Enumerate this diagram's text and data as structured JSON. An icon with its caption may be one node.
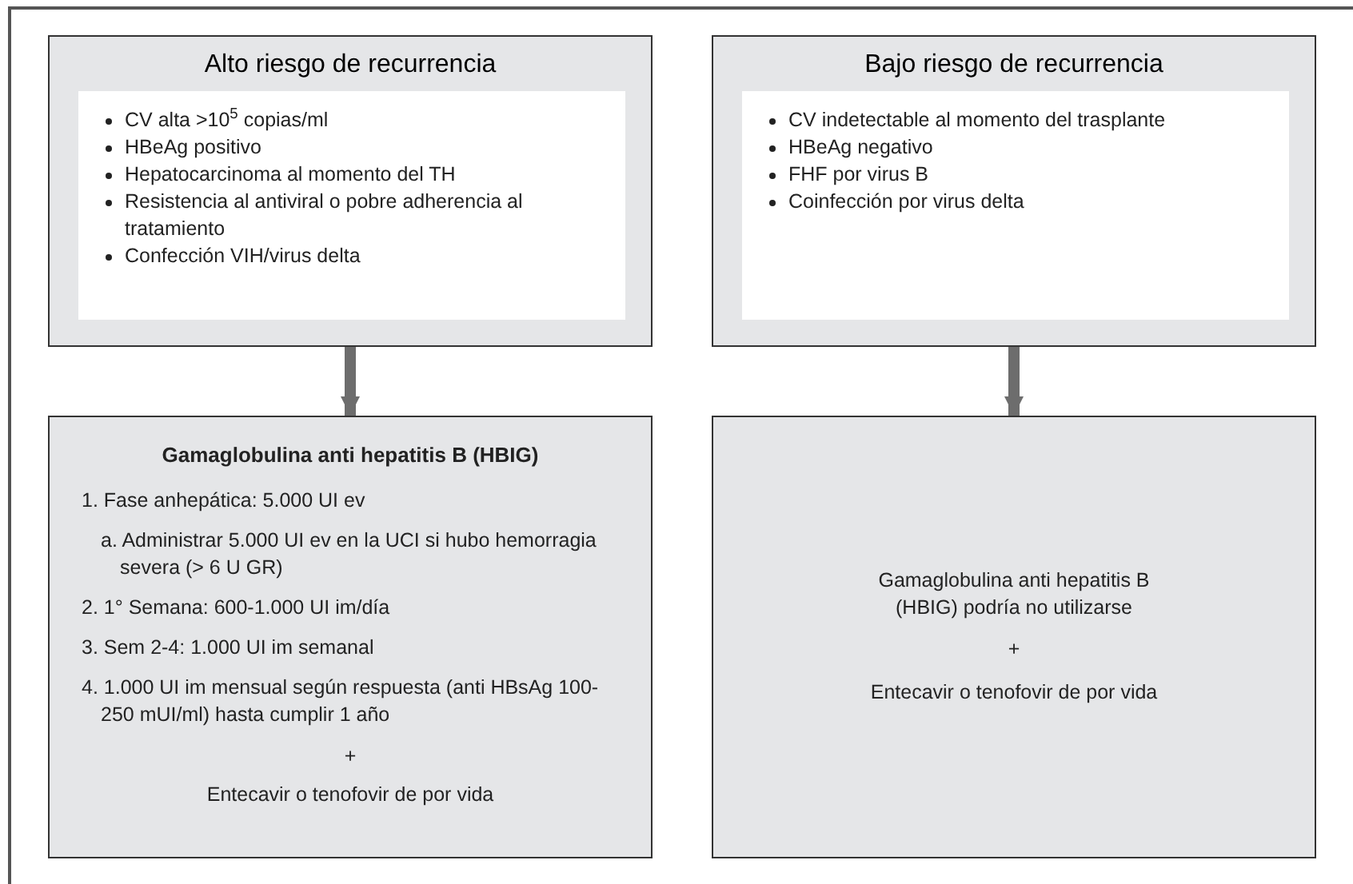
{
  "diagram": {
    "nodes": [
      {
        "text": [
          "Alto riesgo de recurrencia"
        ]
      },
      {
        "text": [
          "CV alta >10$^{5}$ copias/ml",
          "HBeAg positivo",
          "Hepatocarcinoma al momento del TH",
          "Resistencia al antiviral o pobre adherencia al tratamiento",
          "Confección VIH/virus delta"
        ],
        "in": 0
      },
      {
        "text": [
          "Bajo riesgo de recurrencia"
        ]
      },
      {
        "text": [
          "CV indetectable al momento del trasplante",
          "HBeAg negativo",
          "FHF por virus B",
          "Coinfección por virus delta"
        ],
        "in": 2
      },
      {
        "text": [
          "Gamaglobulina anti hepatitis B (HBIG)",
          "1. Fase anhepática: 5.000 UI ev",
          "a. Administrar 5.000 UI ev en la UCI si hubo hemorragia severa (> 6 U GR)",
          "2. 1° Semana: 600-1.000 UI im/día",
          "3. Sem 2-4: 1.000 UI im semanal",
          "4. 1.000 UI im mensual según respuesta (anti HBsAg 100-250 mUI/ml) hasta cumplir 1 año",
          "+",
          "Entecavir o tenofovir de por vida"
        ]
      },
      {
        "text": [
          "Gamaglobulina anti hepatitis B (HBIG) podría no utilizarse",
          "+",
          "Entecavir o tenofovir de por vida"
        ]
      }
    ],
    "edges": [
      {
        "from": 0,
        "to": 4,
        "arrow": "to"
      },
      {
        "from": 2,
        "to": 5,
        "arrow": "to"
      }
    ]
  }
}
